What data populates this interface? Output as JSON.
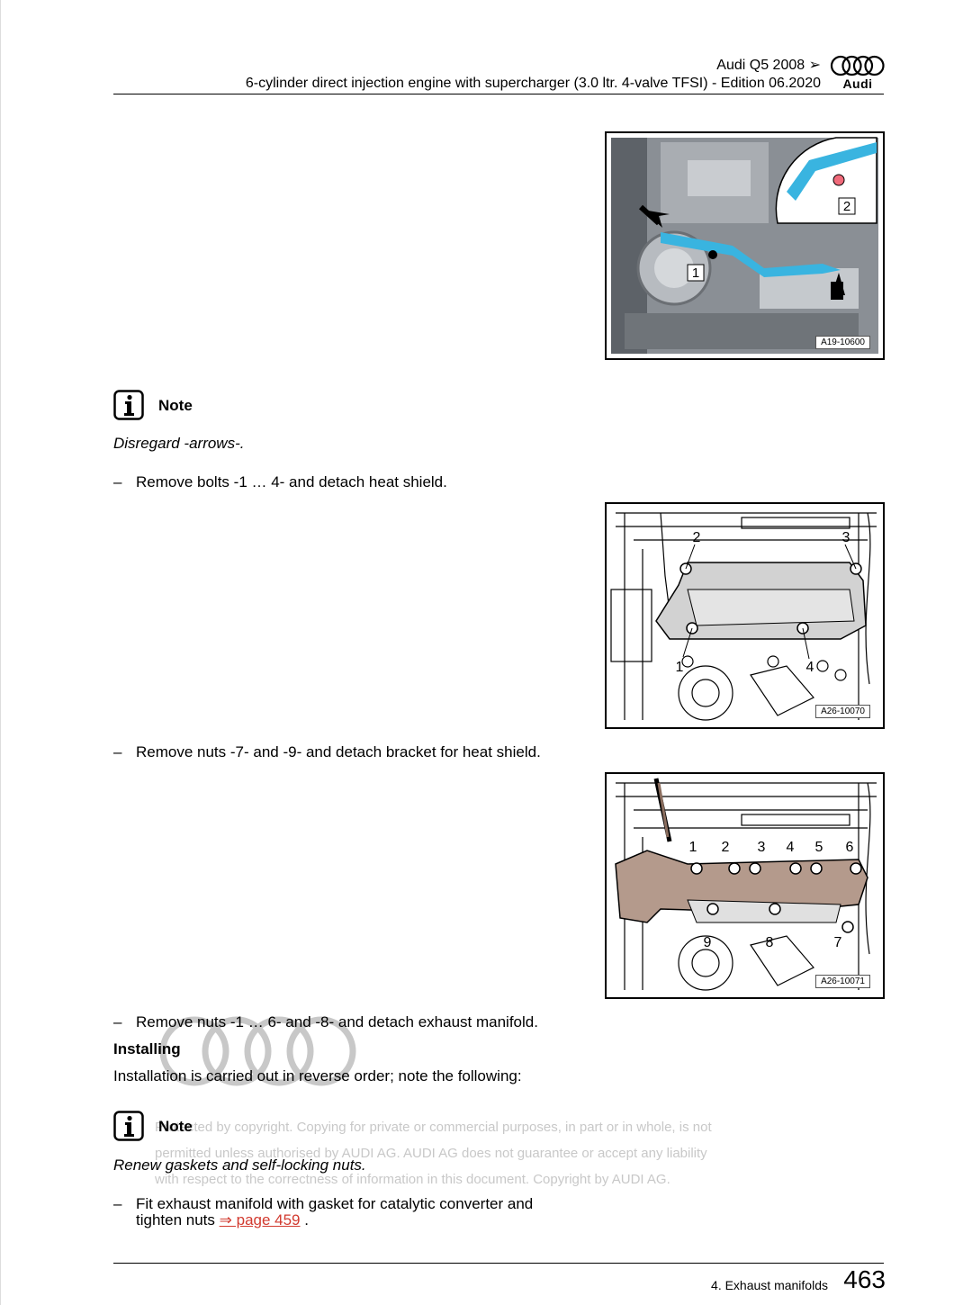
{
  "header": {
    "model": "Audi Q5 2008 ➢",
    "subtitle": "6-cylinder direct injection engine with supercharger (3.0 ltr. 4-valve TFSI) - Edition 06.2020",
    "brand": "Audi"
  },
  "figures": [
    {
      "code": "A19-10600",
      "callouts": [
        "1",
        "2"
      ]
    },
    {
      "code": "A26-10070",
      "callouts": [
        "1",
        "2",
        "3",
        "4"
      ]
    },
    {
      "code": "A26-10071",
      "callouts": [
        "1",
        "2",
        "3",
        "4",
        "5",
        "6",
        "7",
        "8",
        "9"
      ]
    }
  ],
  "note1": {
    "label": "Note",
    "text": "Disregard -arrows-."
  },
  "steps": {
    "s1": "Remove bolts -1 … 4- and detach heat shield.",
    "s2": "Remove nuts -7- and -9- and detach bracket for heat shield.",
    "s3": "Remove nuts -1 … 6- and -8- and detach exhaust manifold.",
    "s4_line1": "Fit exhaust manifold with gasket for catalytic converter and",
    "s4_line2": "tighten nuts",
    "s4_link": "⇒ page 459",
    "s4_end": " ."
  },
  "installing": {
    "heading": "Installing",
    "text": "Installation is carried out in reverse order; note the following:"
  },
  "note2": {
    "label": "Note",
    "text": "Renew gaskets and self-locking nuts."
  },
  "watermark": [
    "Protected by copyright. Copying for private or commercial purposes, in part or in whole, is not",
    "permitted unless authorised by AUDI AG. AUDI AG does not guarantee or accept any liability",
    "with respect to the correctness of information in this document. Copyright by AUDI AG."
  ],
  "footer": {
    "section": "4. Exhaust manifolds",
    "page": "463"
  },
  "colors": {
    "highlight_blue": "#39b4e0",
    "manifold_brown": "#b49a8c",
    "link_red": "#d23a2f"
  }
}
